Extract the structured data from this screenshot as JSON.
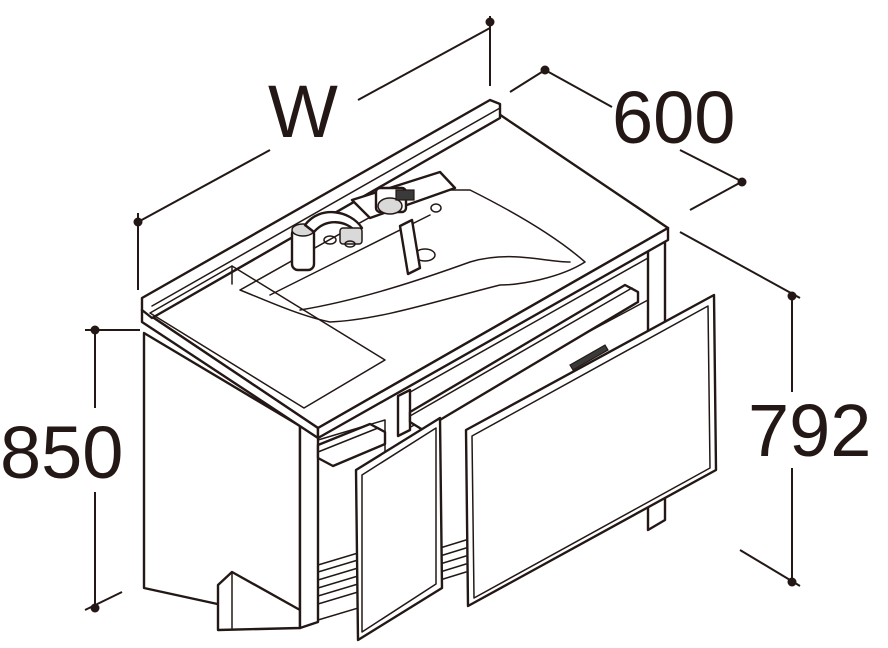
{
  "dimensions": {
    "width": "W",
    "depth": "600",
    "height_total": "850",
    "height_cabinet": "792"
  },
  "colors": {
    "line": "#231815",
    "background": "#ffffff",
    "shade": "#d9d9d9"
  }
}
